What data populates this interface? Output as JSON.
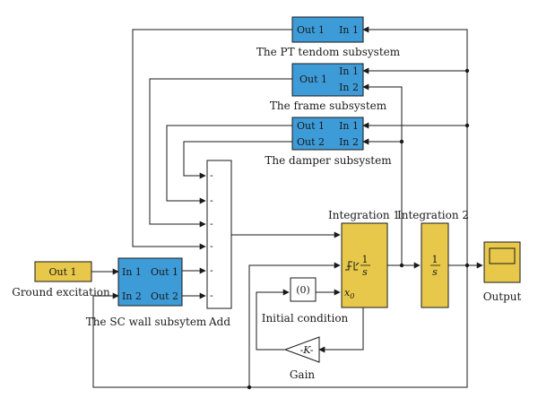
{
  "blocks": {
    "pt": {
      "caption": "The PT tendom subsystem",
      "out1": "Out 1",
      "in1": "In 1"
    },
    "frame": {
      "caption": "The frame subsystem",
      "out1": "Out 1",
      "in1": "In 1",
      "in2": "In 2"
    },
    "damper": {
      "caption": "The damper subsystem",
      "out1": "Out 1",
      "out2": "Out 2",
      "in1": "In 1",
      "in2": "In 2"
    },
    "ground": {
      "inner": "Out 1",
      "caption": "Ground excitation"
    },
    "scwall": {
      "caption": "The SC wall subsytem",
      "in1": "In 1",
      "in2": "In 2",
      "out1": "Out 1",
      "out2": "Out 2"
    },
    "add": {
      "caption": "Add",
      "sign": "-"
    },
    "int1": {
      "caption": "Integration 1",
      "num": "1",
      "den": "s",
      "x0": "x",
      "x0sub": "0"
    },
    "int2": {
      "caption": "Integration 2",
      "num": "1",
      "den": "s"
    },
    "init": {
      "value": "(0)",
      "caption": "Initial condition"
    },
    "gain": {
      "value": "-K-",
      "caption": "Gain"
    },
    "scope": {
      "caption": "Output"
    }
  }
}
